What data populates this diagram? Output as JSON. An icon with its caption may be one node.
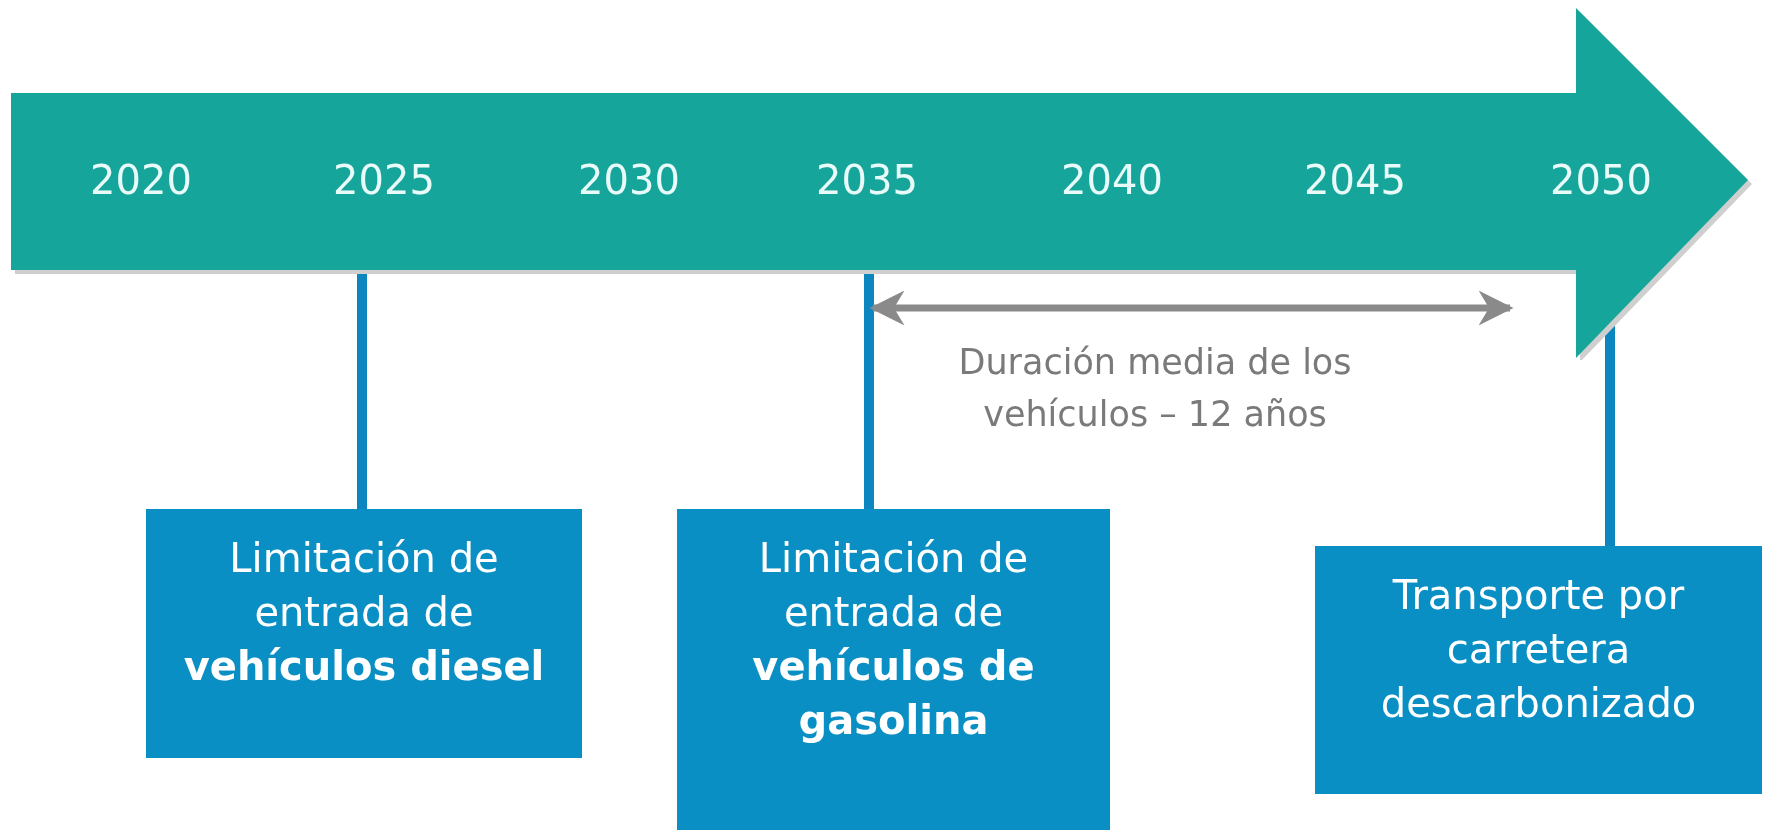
{
  "diagram": {
    "nodes": [
      {
        "text": [
          "2020",
          "2025",
          "2030",
          "2035",
          "2040",
          "2045",
          "2050"
        ]
      },
      {
        "text": [
          "Limitación de entrada de **vehículos diesel**"
        ]
      },
      {
        "text": [
          "Limitación de entrada de **vehículos de gasolina**"
        ]
      },
      {
        "text": [
          "Transporte por carretera descarbonizado"
        ]
      }
    ],
    "edges": [
      {
        "from": 1,
        "to": 0,
        "arrow": "none"
      },
      {
        "from": 2,
        "to": 0,
        "arrow": "none"
      },
      {
        "from": 3,
        "to": 0,
        "arrow": "none"
      }
    ],
    "labels": [
      "Duración media de los vehículos – 12 años"
    ]
  }
}
